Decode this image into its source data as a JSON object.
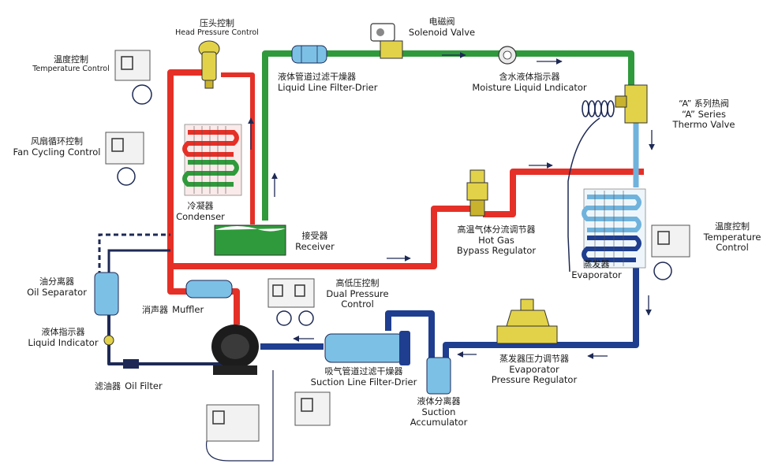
{
  "colors": {
    "hot_gas": "#e53027",
    "liquid": "#2f9a3b",
    "suction": "#1f3e8f",
    "light_blue": "#6fb3dd",
    "component_blue": "#7cc0e6",
    "brass": "#e2d24a",
    "line_dark": "#1e2a55"
  },
  "labels": {
    "head_pressure": {
      "zh": "压头控制",
      "en": "Head Pressure Control"
    },
    "temp_control_left": {
      "zh": "温度控制",
      "en": "Temperature Control"
    },
    "fan_cycling": {
      "zh": "风扇循环控制",
      "en": "Fan Cycling Control"
    },
    "condenser": {
      "zh": "冷凝器",
      "en": "Condenser"
    },
    "receiver": {
      "zh": "接受器",
      "en": "Receiver"
    },
    "liquid_filter": {
      "zh": "液体管道过滤干燥器",
      "en": "Liquid Line Filter-Drier"
    },
    "solenoid": {
      "zh": "电磁阀",
      "en": "Solenoid Valve"
    },
    "moisture": {
      "zh": "含水液体指示器",
      "en": "Moisture Liquid Lndicator"
    },
    "thermo_valve": {
      "zh": "“A” 系列热阀",
      "en1": "“A” Series",
      "en2": "Thermo Valve"
    },
    "hot_gas_bypass": {
      "zh": "高温气体分流调节器",
      "en1": "Hot Gas",
      "en2": "Bypass Regulator"
    },
    "evaporator": {
      "zh": "蒸发器",
      "en": "Evaporator"
    },
    "temp_control_right": {
      "zh": "温度控制",
      "en1": "Temperature",
      "en2": "Control"
    },
    "oil_separator": {
      "zh": "油分离器",
      "en": "Oil Separator"
    },
    "muffler": {
      "zh": "消声器",
      "en": "Muffler"
    },
    "dual_pressure": {
      "zh": "高低压控制",
      "en1": "Dual Pressure",
      "en2": "Control"
    },
    "liquid_indicator": {
      "zh": "液体指示器",
      "en": "Liquid Indicator"
    },
    "oil_filter": {
      "zh": "滤油器",
      "en": "Oil Filter"
    },
    "suction_filter": {
      "zh": "吸气管道过滤干燥器",
      "en": "Suction Line Filter-Drier"
    },
    "suction_accumulator": {
      "zh": "液体分离器",
      "en1": "Suction",
      "en2": "Accumulator"
    },
    "evap_pressure": {
      "zh": "蒸发器压力调节器",
      "en1": "Evaporator",
      "en2": "Pressure Regulator"
    }
  }
}
